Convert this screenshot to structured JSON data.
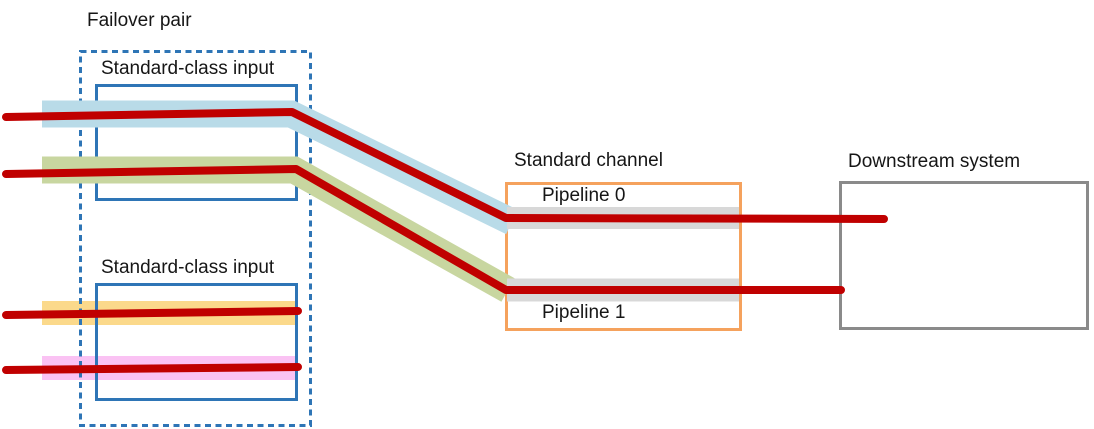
{
  "diagram": {
    "failover_pair": {
      "label": "Failover pair",
      "inputs": [
        {
          "label": "Standard-class input"
        },
        {
          "label": "Standard-class input"
        }
      ]
    },
    "standard_channel": {
      "label": "Standard channel",
      "pipelines": [
        {
          "label": "Pipeline 0"
        },
        {
          "label": "Pipeline 1"
        }
      ]
    },
    "downstream_system": {
      "label": "Downstream system"
    },
    "colors": {
      "box_blue": "#2e75b6",
      "box_orange": "#f5a25d",
      "box_gray": "#8a8a8a",
      "stream_red": "#c00000",
      "highlight_blue": "#b9dbe8",
      "highlight_green": "#c8d6a0",
      "highlight_yellow": "#fbd98b",
      "highlight_pink": "#fac2f3",
      "pipeline_gray": "#d8d8d8"
    }
  }
}
